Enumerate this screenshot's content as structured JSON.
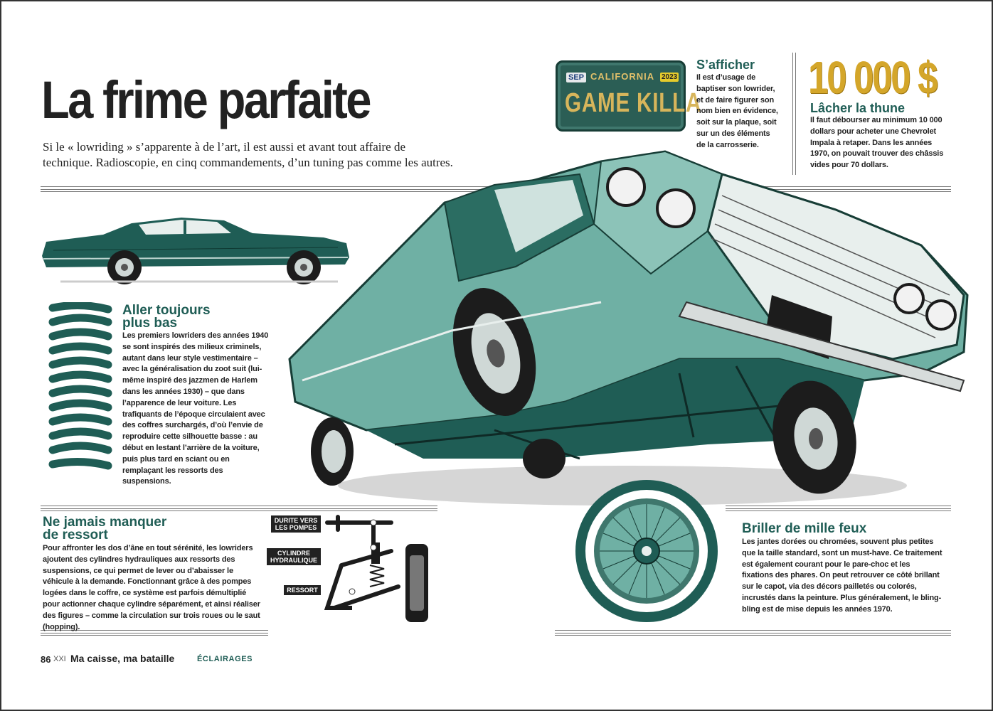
{
  "header": {
    "title": "La frime parfaite",
    "intro": "Si le « lowriding » s’apparente à de l’art, il est aussi et avant tout affaire de technique. Radioscopie, en cinq commandements, d’un tuning pas comme les autres."
  },
  "plate": {
    "sep": "SEP",
    "state": "CALIFORNIA",
    "year": "2023",
    "number": "GAME KILLA"
  },
  "sections": {
    "afficher": {
      "heading": "S’afficher",
      "body": "Il est d’usage de baptiser son lowrider, et de faire figurer son nom bien en évidence, soit sur la plaque, soit sur un des éléments de la carrosserie."
    },
    "thune": {
      "price": "10 000 $",
      "heading": "Lâcher la thune",
      "body": "Il faut débourser au minimum 10 000 dollars pour acheter une Chevrolet Impala à retaper. Dans les années 1970, on pouvait trouver des châssis vides pour 70 dollars."
    },
    "bas": {
      "heading_line1": "Aller toujours",
      "heading_line2": "plus bas",
      "body": "Les premiers lowriders des années 1940 se sont inspirés des milieux criminels, autant dans leur style vestimentaire – avec la généralisation du zoot suit (lui-même inspiré des jazzmen de Harlem dans les années 1930) – que dans l’apparence de leur voiture. Les trafiquants de l’époque circulaient avec des coffres surchargés, d’où l’envie de reproduire cette silhouette basse : au début en lestant l’arrière de la voiture, puis plus tard en sciant ou en remplaçant les ressorts des suspensions."
    },
    "ressort": {
      "heading_line1": "Ne jamais manquer",
      "heading_line2": "de ressort",
      "body": "Pour affronter les dos d’âne en tout sérénité, les lowriders ajoutent des cylindres hydrauliques aux ressorts des suspensions, ce qui permet de lever ou d’abaisser le véhicule à la demande. Fonctionnant grâce à des pompes logées dans le coffre, ce système est parfois démultiplié pour actionner chaque cylindre séparément, et ainsi réaliser des figures – comme la circulation sur trois roues ou le saut (hopping)."
    },
    "feux": {
      "heading": "Briller de mille feux",
      "body": "Les jantes dorées ou chromées, souvent plus petites que la taille standard, sont un must-have. Ce traitement est également courant pour le pare-choc et les fixations des phares. On peut retrouver ce côté brillant sur le capot, via des décors pailletés ou colorés, incrustés dans la peinture. Plus généralement, le bling-bling est de mise depuis les années 1970."
    }
  },
  "diagram_labels": {
    "durite": "DURITE VERS LES POMPES",
    "cylindre": "CYLINDRE HYDRAULIQUE",
    "ressort": "RESSORT"
  },
  "footer": {
    "page_number": "86",
    "magazine": "XXI",
    "title": "Ma caisse, ma bataille",
    "section": "ÉCLAIRAGES"
  },
  "colors": {
    "teal": "#1f5d55",
    "teal_light": "#6fb0a4",
    "gold": "#d4a62a",
    "ink": "#222222"
  },
  "icons": [
    "coil-spring-icon",
    "side-car-illustration",
    "lowrider-car-illustration",
    "wire-wheel-illustration",
    "suspension-diagram"
  ]
}
